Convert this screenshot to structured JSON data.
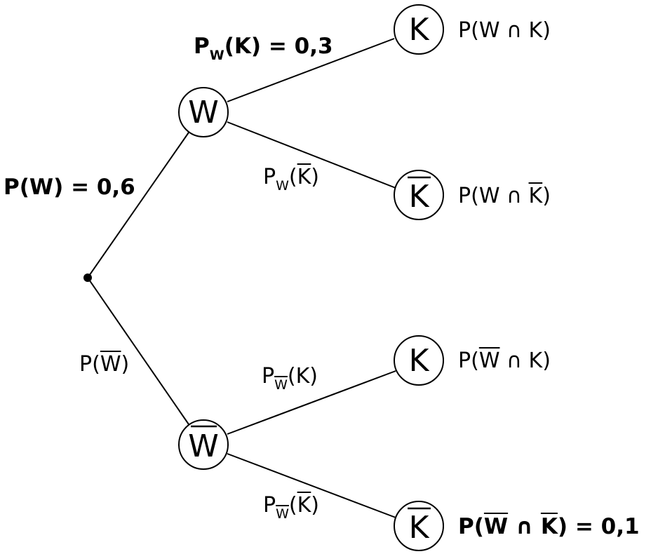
{
  "nodes": {
    "w": "W",
    "w_bar": "W",
    "k_top": "K",
    "k_bar_top": "K",
    "k_bottom": "K",
    "k_bar_bottom": "K"
  },
  "edges": {
    "root_w": {
      "p": "P",
      "event": "W",
      "eq": " = 0,6"
    },
    "root_w_bar": {
      "p": "P",
      "event": "W"
    },
    "w_k": {
      "p": "P",
      "sub": "W",
      "event": "K",
      "eq": " = 0,3"
    },
    "w_k_bar": {
      "p": "P",
      "sub": "W",
      "event": "K"
    },
    "wbar_k": {
      "p": "P",
      "sub": "W",
      "event": "K"
    },
    "wbar_kbar": {
      "p": "P",
      "sub": "W",
      "event": "K"
    }
  },
  "paths": {
    "w_and_k": {
      "p": "P",
      "a": "W",
      "op": " ∩ ",
      "b": "K"
    },
    "w_and_kbar": {
      "p": "P",
      "a": "W",
      "op": " ∩ ",
      "b": "K"
    },
    "wbar_and_k": {
      "p": "P",
      "a": "W",
      "op": " ∩ ",
      "b": "K"
    },
    "wbar_and_kbar": {
      "p": "P",
      "a": "W",
      "op": " ∩ ",
      "b": "K",
      "eq": " = 0,1"
    }
  }
}
